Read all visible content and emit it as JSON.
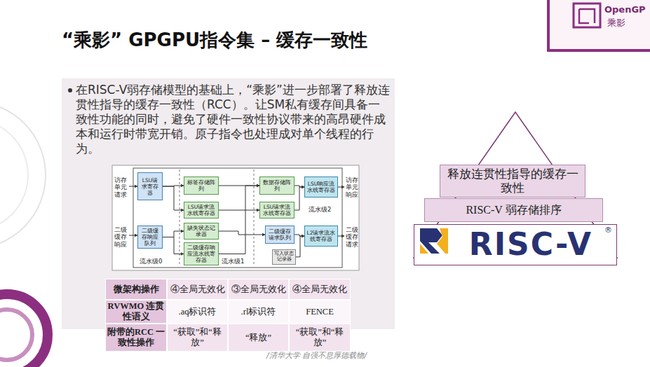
{
  "diagram": {
    "title": "“乘影” GPGPU指令集 – 缓存一致性",
    "nodes": [
      {
        "text": [
          "LSU请求寄存器"
        ]
      },
      {
        "text": [
          "二级缓存响应队列"
        ]
      },
      {
        "text": [
          "标签存储阵列"
        ]
      },
      {
        "text": [
          "LSU请求流水线寄存器"
        ]
      },
      {
        "text": [
          "缺失状态记录器"
        ]
      },
      {
        "text": [
          "二级缓存响应流水线寄存器"
        ]
      },
      {
        "text": [
          "数据存储阵列"
        ]
      },
      {
        "text": [
          "LSU请求流水线寄存器"
        ]
      },
      {
        "text": [
          "LSU响应流水线寄存器"
        ]
      },
      {
        "text": [
          "二级缓存请求队列"
        ]
      },
      {
        "text": [
          "L2请求流水线寄存器"
        ]
      },
      {
        "text": [
          "写入状态记录器"
        ]
      },
      {
        "text": [
          "释放连贯性指导的缓存一致性"
        ]
      },
      {
        "text": [
          "RISC-V 弱存储排序"
        ]
      },
      {
        "text": [
          "RISC-V"
        ]
      }
    ],
    "edges": [
      {
        "from": 0,
        "to": 2,
        "arrow": "to"
      },
      {
        "from": 0,
        "to": 3,
        "arrow": "to"
      },
      {
        "from": 1,
        "to": 4,
        "arrow": "to"
      },
      {
        "from": 1,
        "to": 5,
        "arrow": "to"
      },
      {
        "from": 2,
        "to": 6,
        "arrow": "to"
      },
      {
        "from": 3,
        "to": 7,
        "arrow": "to"
      },
      {
        "from": 4,
        "to": 9,
        "arrow": "to"
      },
      {
        "from": 5,
        "to": 6,
        "arrow": "to"
      },
      {
        "from": 6,
        "to": 8,
        "arrow": "to"
      },
      {
        "from": 7,
        "to": 8,
        "arrow": "to"
      },
      {
        "from": 9,
        "to": 10,
        "arrow": "to"
      },
      {
        "from": 11,
        "to": 10,
        "arrow": "to"
      }
    ],
    "labels": [
      "OpenGP",
      "乘影",
      "在RISC-V弱存储模型的基础上，“乘影”进一步部署了释放连贯性指导的缓存一致性（RCC）。让SM私有缓存间具备一致性功能的同时，避免了硬件一致性协议带来的高昂硬件成本和运行时带宽开销。原子指令也处理成对单个线程的行为。",
      "访存单元请求",
      "二级缓存响应",
      "访存单元响应",
      "二级缓存请求",
      "流水级0",
      "流水级1",
      "流水级2",
      "微架构操作",
      "④全局无效化",
      "③全局无效化",
      "④全局无效化",
      "RVWMO 连贯性语义",
      ".aq标识符",
      ".rl标识符",
      "FENCE",
      "附带的RCC 一致性操作",
      "“获取”和“释放”",
      "“释放”",
      "“获取”和“释放”",
      "®",
      "/清华大学 自强不息厚德载物/"
    ]
  }
}
